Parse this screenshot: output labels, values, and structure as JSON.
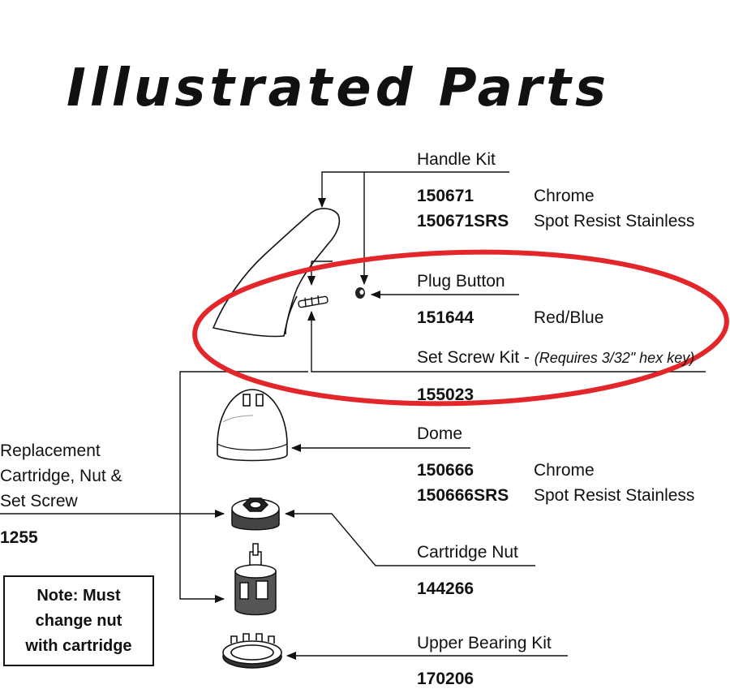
{
  "title": "Illustrated Parts",
  "parts": {
    "handle_kit": {
      "heading": "Handle Kit",
      "variants": [
        {
          "number": "150671",
          "finish": "Chrome"
        },
        {
          "number": "150671SRS",
          "finish": "Spot Resist Stainless"
        }
      ]
    },
    "plug_button": {
      "heading": "Plug Button",
      "variants": [
        {
          "number": "151644",
          "finish": "Red/Blue"
        }
      ]
    },
    "set_screw_kit": {
      "heading": "Set Screw Kit -",
      "note": "(Requires 3/32\" hex key)",
      "number": "155023"
    },
    "dome": {
      "heading": "Dome",
      "variants": [
        {
          "number": "150666",
          "finish": "Chrome"
        },
        {
          "number": "150666SRS",
          "finish": "Spot Resist Stainless"
        }
      ]
    },
    "replacement_cartridge": {
      "lines": [
        "Replacement",
        "Cartridge, Nut &",
        "Set Screw"
      ],
      "number": "1255"
    },
    "cartridge_nut": {
      "heading": "Cartridge Nut",
      "number": "144266"
    },
    "upper_bearing_kit": {
      "heading": "Upper Bearing Kit",
      "number": "170206"
    }
  },
  "note_box": [
    "Note: Must",
    "change nut",
    "with cartridge"
  ],
  "colors": {
    "highlight": "#e3262a",
    "ink": "#111111"
  }
}
